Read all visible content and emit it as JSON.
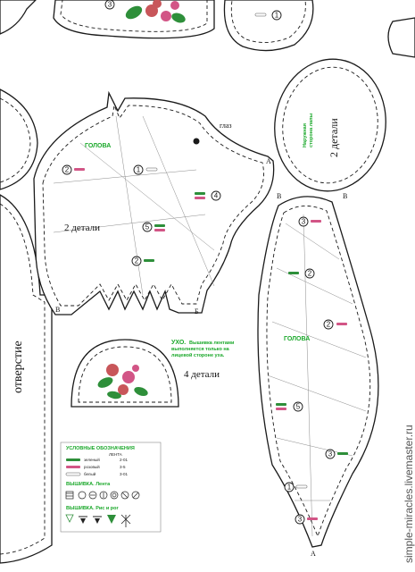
{
  "colors": {
    "green": "#1aa82a",
    "dark_green": "#2e8f3a",
    "pink": "#d25586",
    "rose": "#c8565a",
    "black": "#1a1a1a"
  },
  "labels": {
    "head_title_left": "ГОЛОВА",
    "head_parts_left": "2 детали",
    "eye": "глаз",
    "corner_a": "А",
    "corner_b": "Б",
    "corner_v": "В",
    "corner_v2": "В",
    "corner_v3": "В",
    "corner_a2": "А",
    "head_title_right": "ГОЛОВА",
    "oval_note_1": "Наружная",
    "oval_note_2": "сторона лапы",
    "oval_parts": "2 детали",
    "opening": "отверстие",
    "ear_title": "УХО.",
    "ear_note_1": "Вышивка лентами",
    "ear_note_2": "выполняется только на",
    "ear_note_3": "лицевой стороне уха.",
    "ear_parts": "4 детали"
  },
  "legend": {
    "title": "УСЛОВНЫЕ ОБОЗНАЧЕНИЯ",
    "subtitle": "ЛЕНТА",
    "rows": [
      {
        "color": "зеленый",
        "size": "2-01"
      },
      {
        "color": "розовый",
        "size": "3-5"
      },
      {
        "color": "белый",
        "size": "3-01"
      }
    ],
    "stitch_title": "ВЫШИВКА. Лента",
    "stitch_title_2": "ВЫШИВКА. Рис и рог"
  },
  "watermark": "simple-miracles.livemaster.ru",
  "markers": [
    {
      "num": "3"
    },
    {
      "num": "1"
    },
    {
      "num": "2"
    },
    {
      "num": "1"
    },
    {
      "num": "4"
    },
    {
      "num": "5"
    },
    {
      "num": "2"
    },
    {
      "num": "3"
    },
    {
      "num": "2"
    },
    {
      "num": "2"
    },
    {
      "num": "5"
    },
    {
      "num": "3"
    },
    {
      "num": "1"
    },
    {
      "num": "3"
    }
  ]
}
